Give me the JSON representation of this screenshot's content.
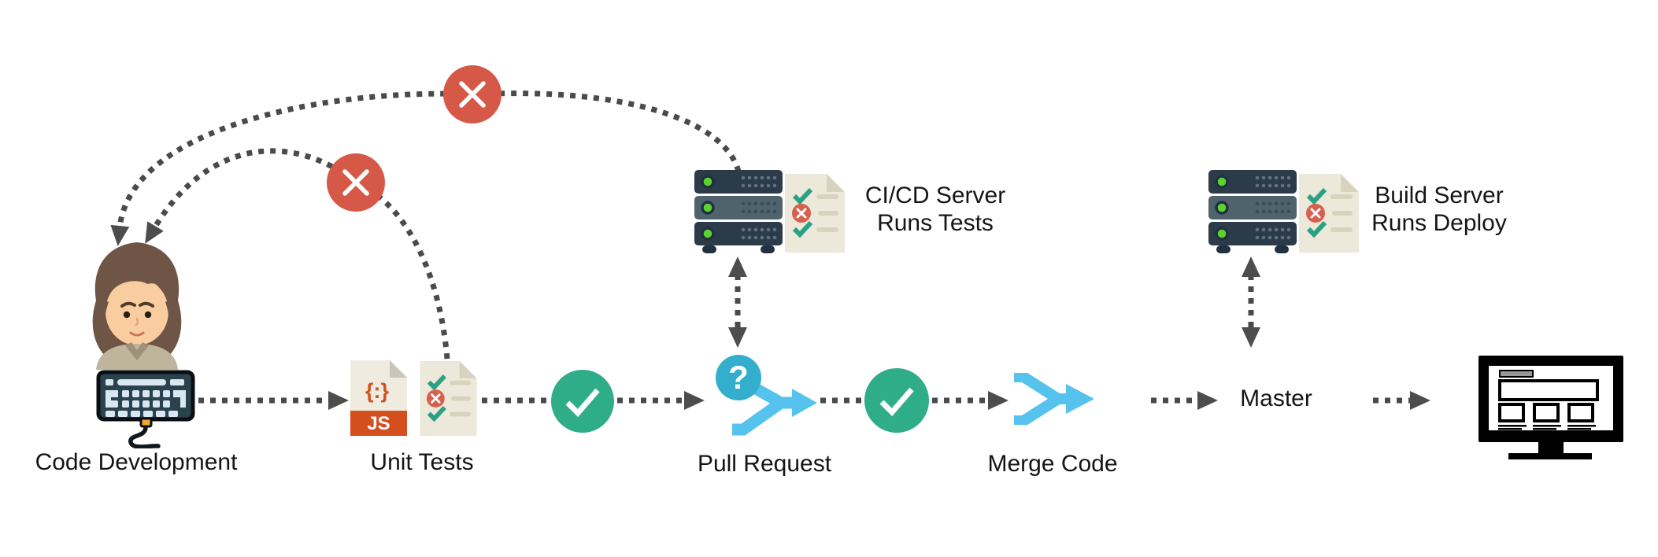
{
  "nodes": {
    "code_development": {
      "label": "Code Development"
    },
    "unit_tests": {
      "label": "Unit Tests",
      "js_symbol": "{:}",
      "js_badge": "JS"
    },
    "pull_request": {
      "label": "Pull Request",
      "question_mark": "?"
    },
    "merge_code": {
      "label": "Merge Code"
    },
    "master": {
      "label": "Master"
    },
    "cicd_server": {
      "line1": "CI/CD Server",
      "line2": "Runs Tests"
    },
    "build_server": {
      "line1": "Build Server",
      "line2": "Runs Deploy"
    }
  },
  "colors": {
    "fail_red": "#d65847",
    "pass_green": "#2ead88",
    "question_blue": "#34aecd",
    "branch_blue": "#56c2ee",
    "dotted_line_gray": "#4a4a4a",
    "arrowhead_gray": "#4d4d4d",
    "server_dark": "#2c3b49",
    "server_mid": "#51626f",
    "led_green": "#5bd32f",
    "doc_cream": "#ece8da",
    "doc_fold": "#d8d3be",
    "doc_line_beige": "#d9d3bc",
    "js_orange": "#d3501e",
    "keyboard_navy": "#29424e",
    "key_light": "#d9e8f0",
    "hair_brown": "#6f5545",
    "skin": "#f9cda0",
    "shirt_tan": "#bfb49c",
    "monitor_black": "#000000",
    "background": "#ffffff"
  }
}
